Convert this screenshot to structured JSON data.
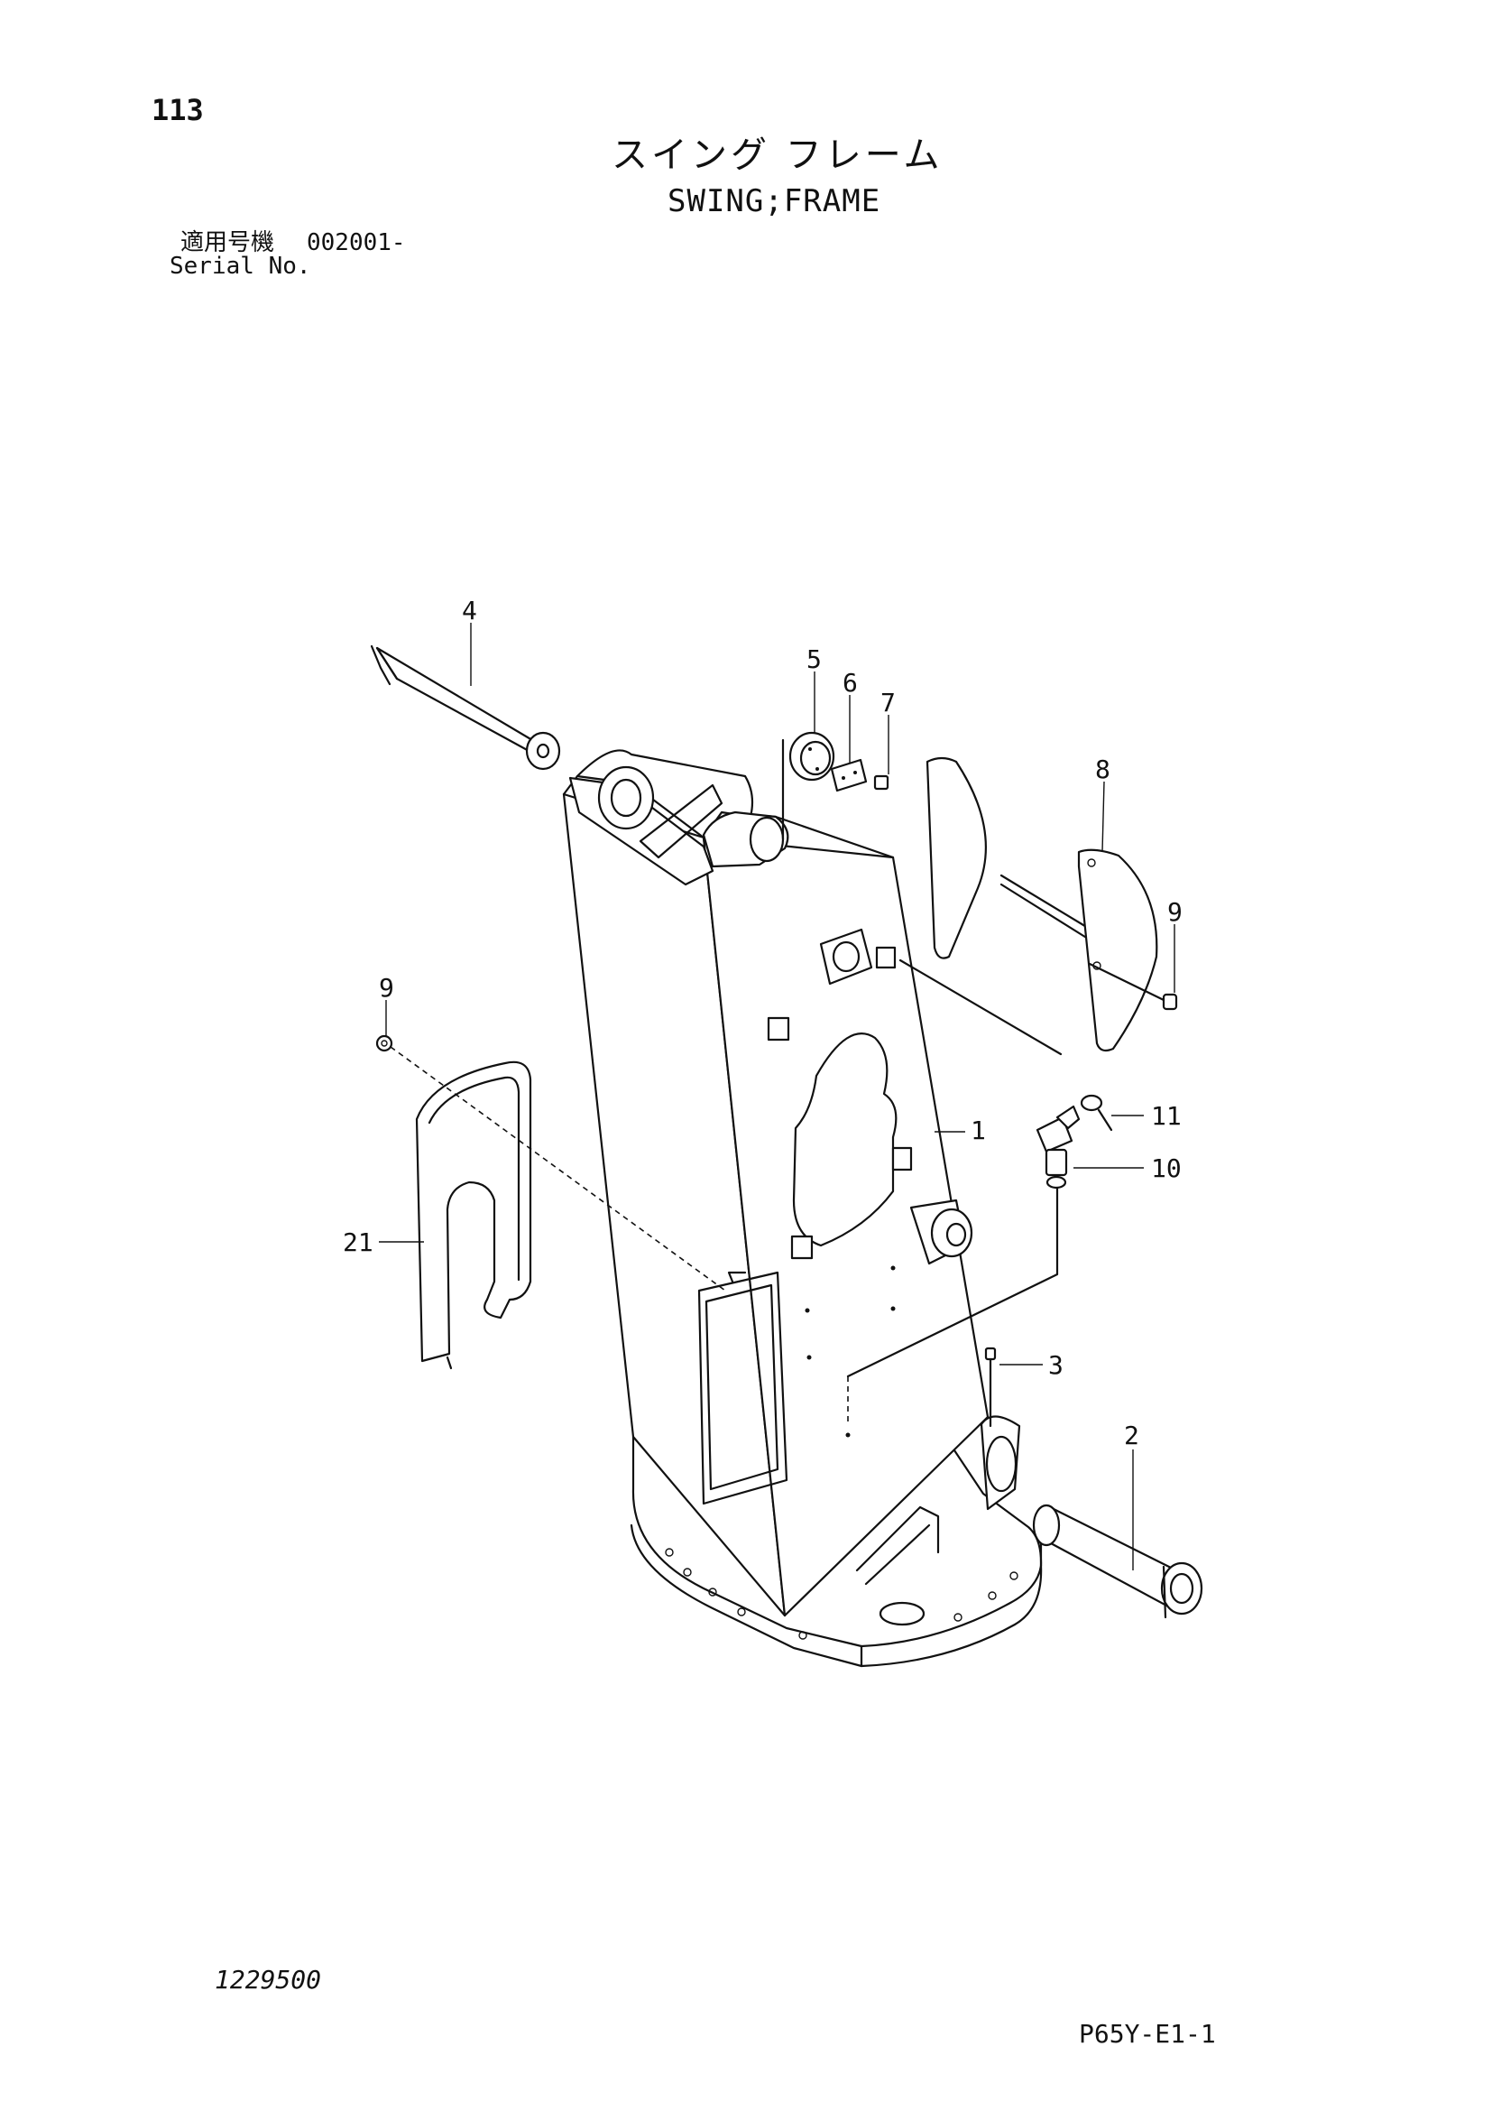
{
  "header": {
    "page_number": "113",
    "title_jp": "スイング フレーム",
    "title_en": "SWING;FRAME",
    "serial_label_jp": "適用号機",
    "serial_value": "002001-",
    "serial_label_en": "Serial No."
  },
  "footer": {
    "drawing_number": "1229500",
    "sheet_code": "P65Y-E1-1"
  },
  "diagram": {
    "part_callouts": [
      "1",
      "2",
      "3",
      "4",
      "5",
      "6",
      "7",
      "8",
      "9",
      "9",
      "10",
      "11",
      "21"
    ]
  },
  "colors": {
    "ink": "#111111",
    "paper": "#ffffff"
  }
}
